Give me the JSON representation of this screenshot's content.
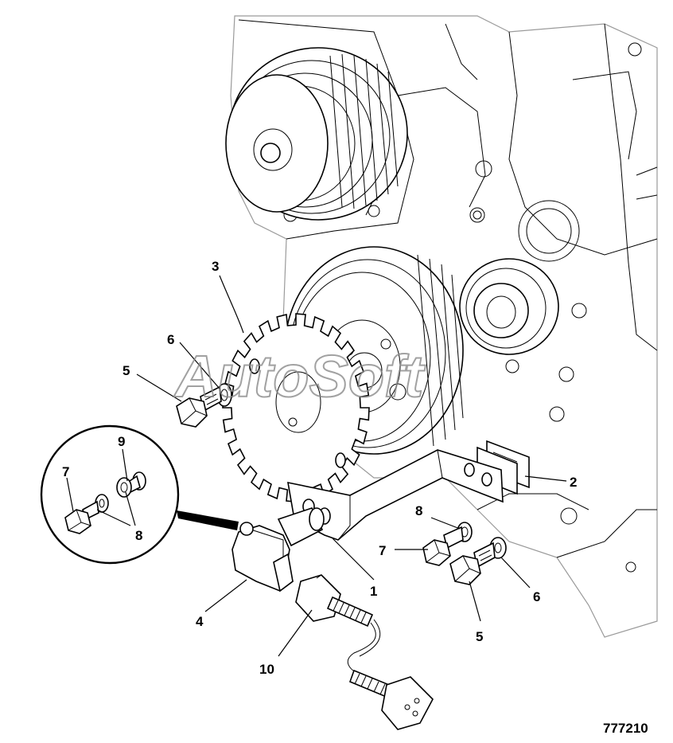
{
  "figure": {
    "reference_number": "777210",
    "watermark": "AutoSoft"
  },
  "callouts": [
    {
      "id": "c1",
      "label": "1"
    },
    {
      "id": "c2",
      "label": "2"
    },
    {
      "id": "c3",
      "label": "3"
    },
    {
      "id": "c4",
      "label": "4"
    },
    {
      "id": "c5a",
      "label": "5"
    },
    {
      "id": "c5b",
      "label": "5"
    },
    {
      "id": "c6a",
      "label": "6"
    },
    {
      "id": "c6b",
      "label": "6"
    },
    {
      "id": "c7a",
      "label": "7"
    },
    {
      "id": "c7b",
      "label": "7"
    },
    {
      "id": "c8a",
      "label": "8"
    },
    {
      "id": "c8b",
      "label": "8"
    },
    {
      "id": "c9",
      "label": "9"
    },
    {
      "id": "c10",
      "label": "10"
    }
  ]
}
